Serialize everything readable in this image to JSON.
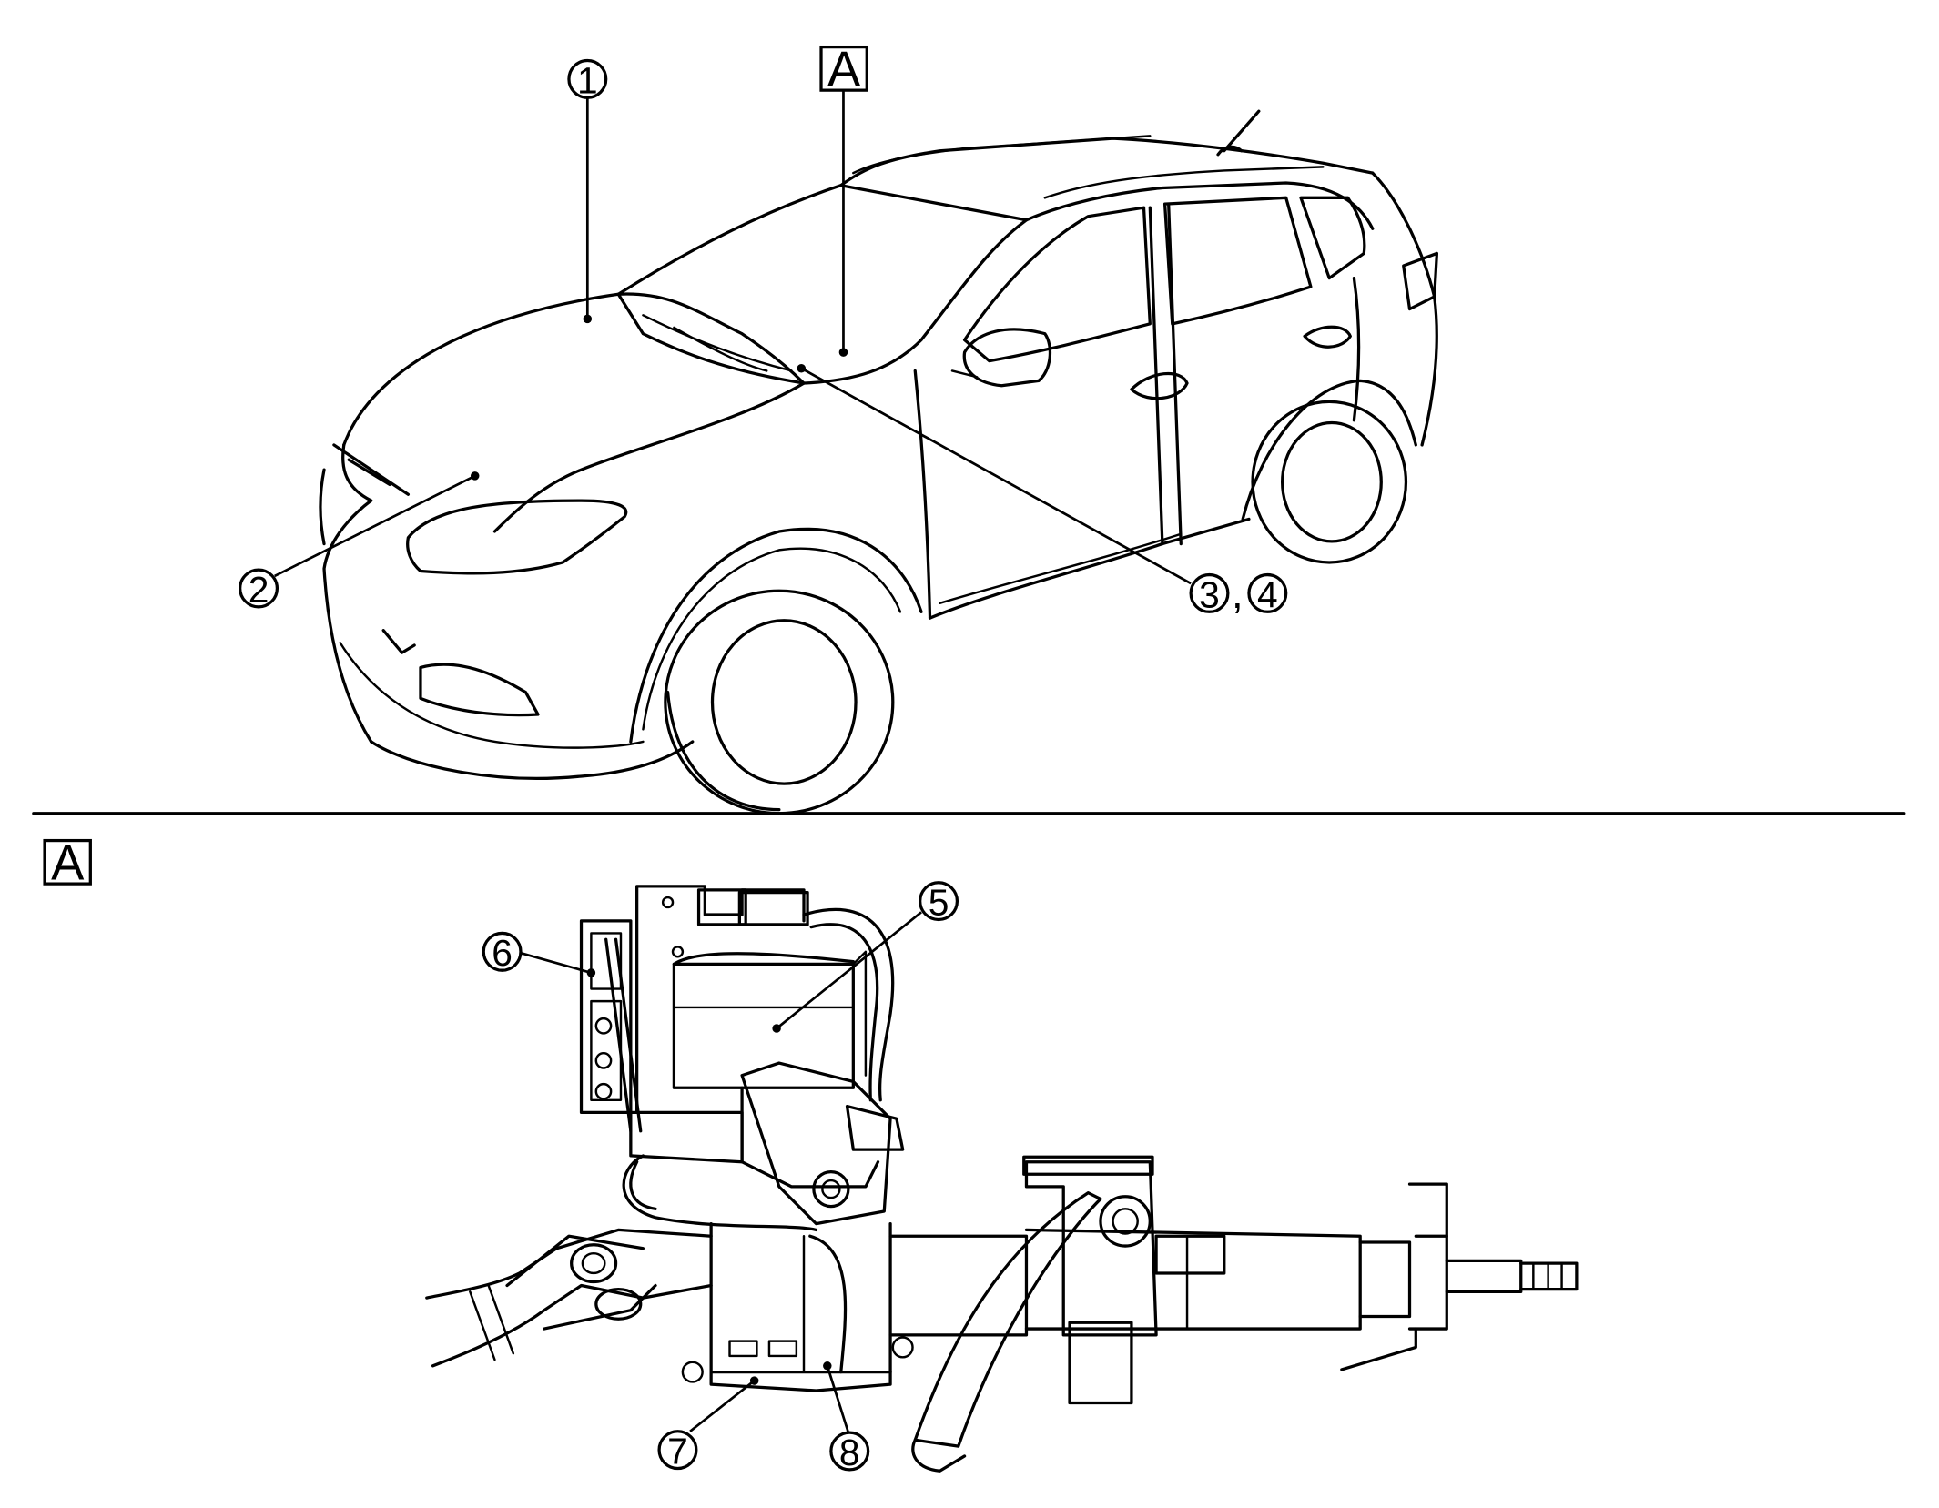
{
  "callouts": {
    "c1": "1",
    "c2": "2",
    "c3": "3",
    "c4": "4",
    "c5": "5",
    "c6": "6",
    "c7": "7",
    "c8": "8"
  },
  "separator": ",",
  "detail_label_top": "A",
  "detail_label_section": "A"
}
